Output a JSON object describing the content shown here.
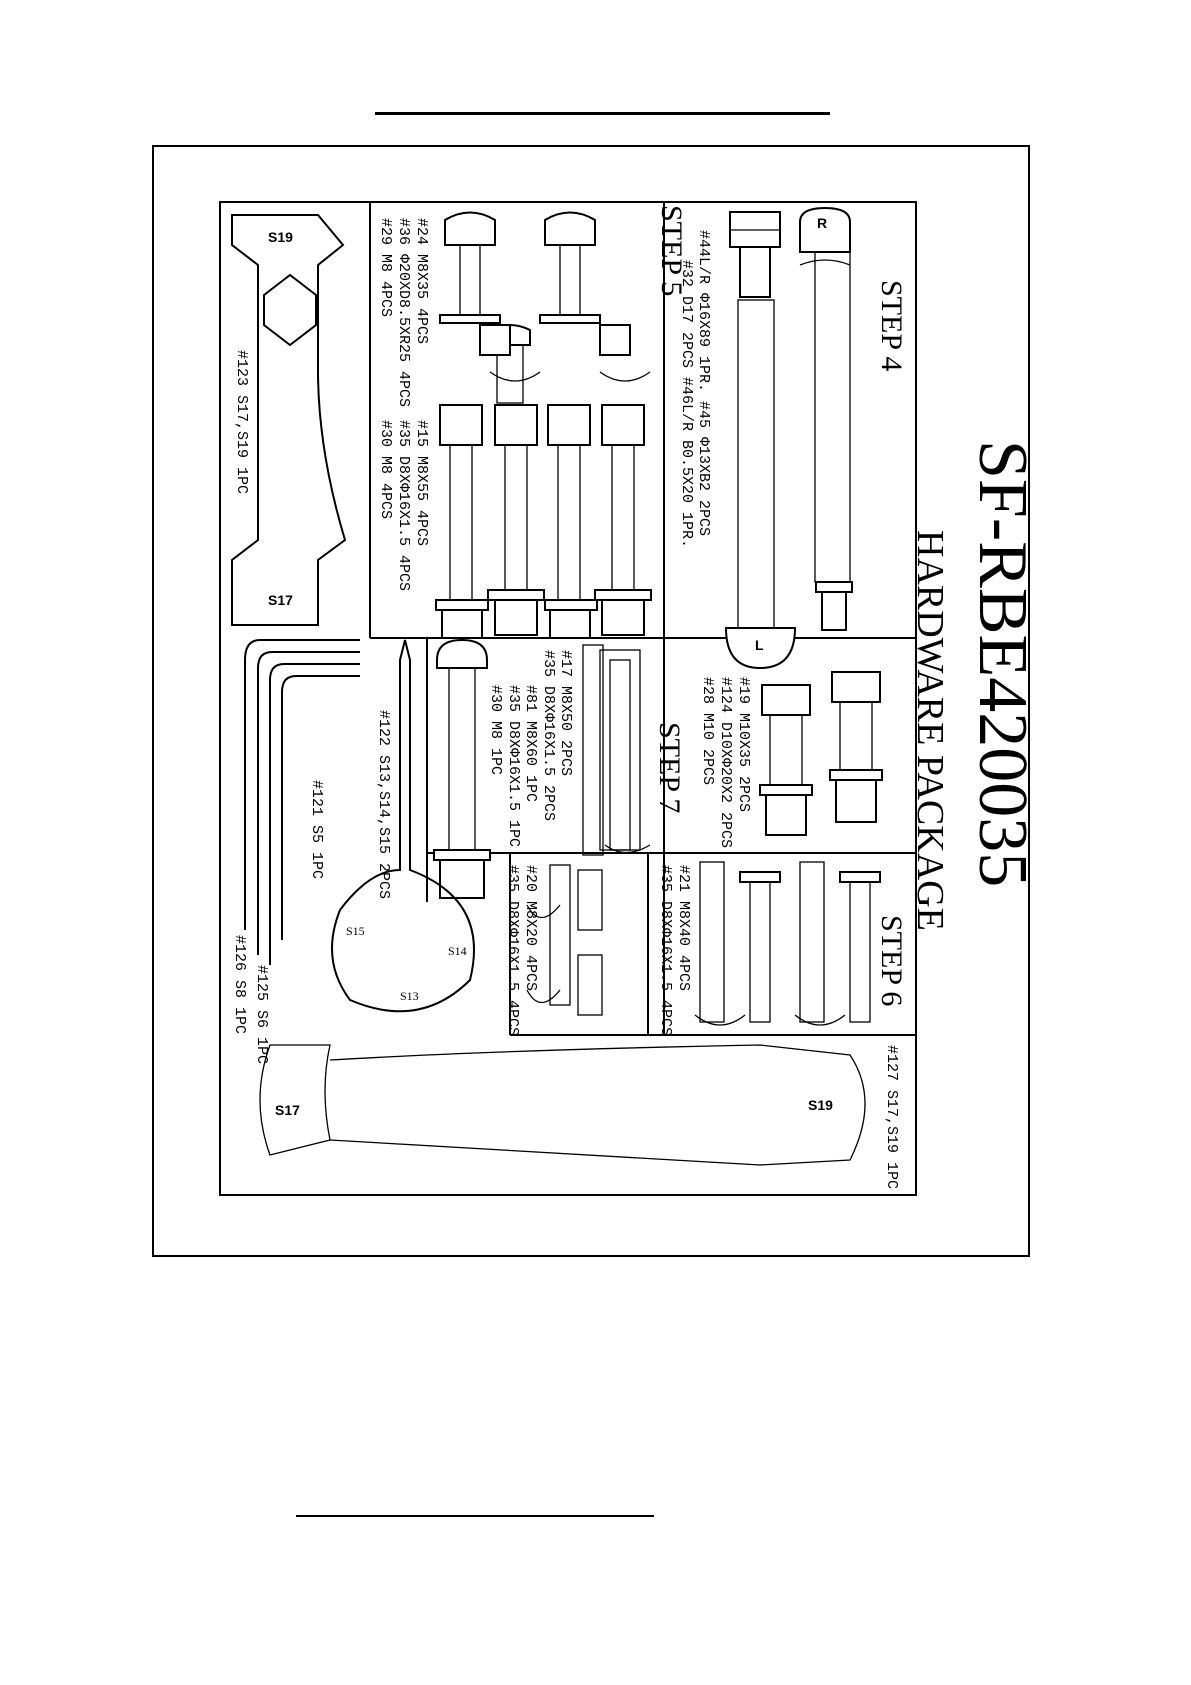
{
  "title": "SF-RBE420035",
  "subtitle": "HARDWARE PACKAGE",
  "steps": {
    "step4": "STEP 4",
    "step5": "STEP 5",
    "step6": "STEP 6",
    "step7": "STEP 7"
  },
  "parts": {
    "step4": [
      "#44L/R Φ16X89 1PR.  #45 Φ13XB2  2PCS",
      "#32 D17  2PCS      #46L/R B0.5X20  1PR."
    ],
    "step4_tags": {
      "right": "R",
      "left": "L"
    },
    "step4b": [
      "#19 M10X35  2PCS",
      "#124 D10XΦ20X2  2PCS",
      "#28 M10   2PCS"
    ],
    "step5": [
      "#24 M8X35   4PCS",
      "#36 Φ20XD8.5XR25  4PCS",
      "#29 M8   4PCS"
    ],
    "step5b": [
      "#15 M8X55   4PCS",
      "#35 D8XΦ16X1.5   4PCS",
      "#30 M8    4PCS"
    ],
    "step7": [
      "#17 M8X50  2PCS",
      "#35 D8XΦ16X1.5  2PCS",
      "#81 M8X60  1PC",
      "#35 D8XΦ16X1.5 1PC",
      "#30 M8 1PC"
    ],
    "step7b": [
      "#20 M8X20   4PCS",
      "#35 D8XΦ16X1.5 4PCS"
    ],
    "step6": [
      "#21 M8X40  4PCS",
      "#35 D8XΦ16X1.5 4PCS"
    ],
    "tools": {
      "t123": "#123 S17,S19  1PC",
      "t122": "#122  S13,S14,S15  2PCS",
      "t121": "#121  S5  1PC",
      "t125": "#125  S6  1PC",
      "t126": "#126  S8  1PC",
      "t127": "#127 S17,S19  1PC"
    },
    "tool_tags": {
      "s19a": "S19",
      "s17a": "S17",
      "s13": "S13",
      "s14": "S14",
      "s15": "S15",
      "s17b": "S17",
      "s19b": "S19"
    }
  }
}
